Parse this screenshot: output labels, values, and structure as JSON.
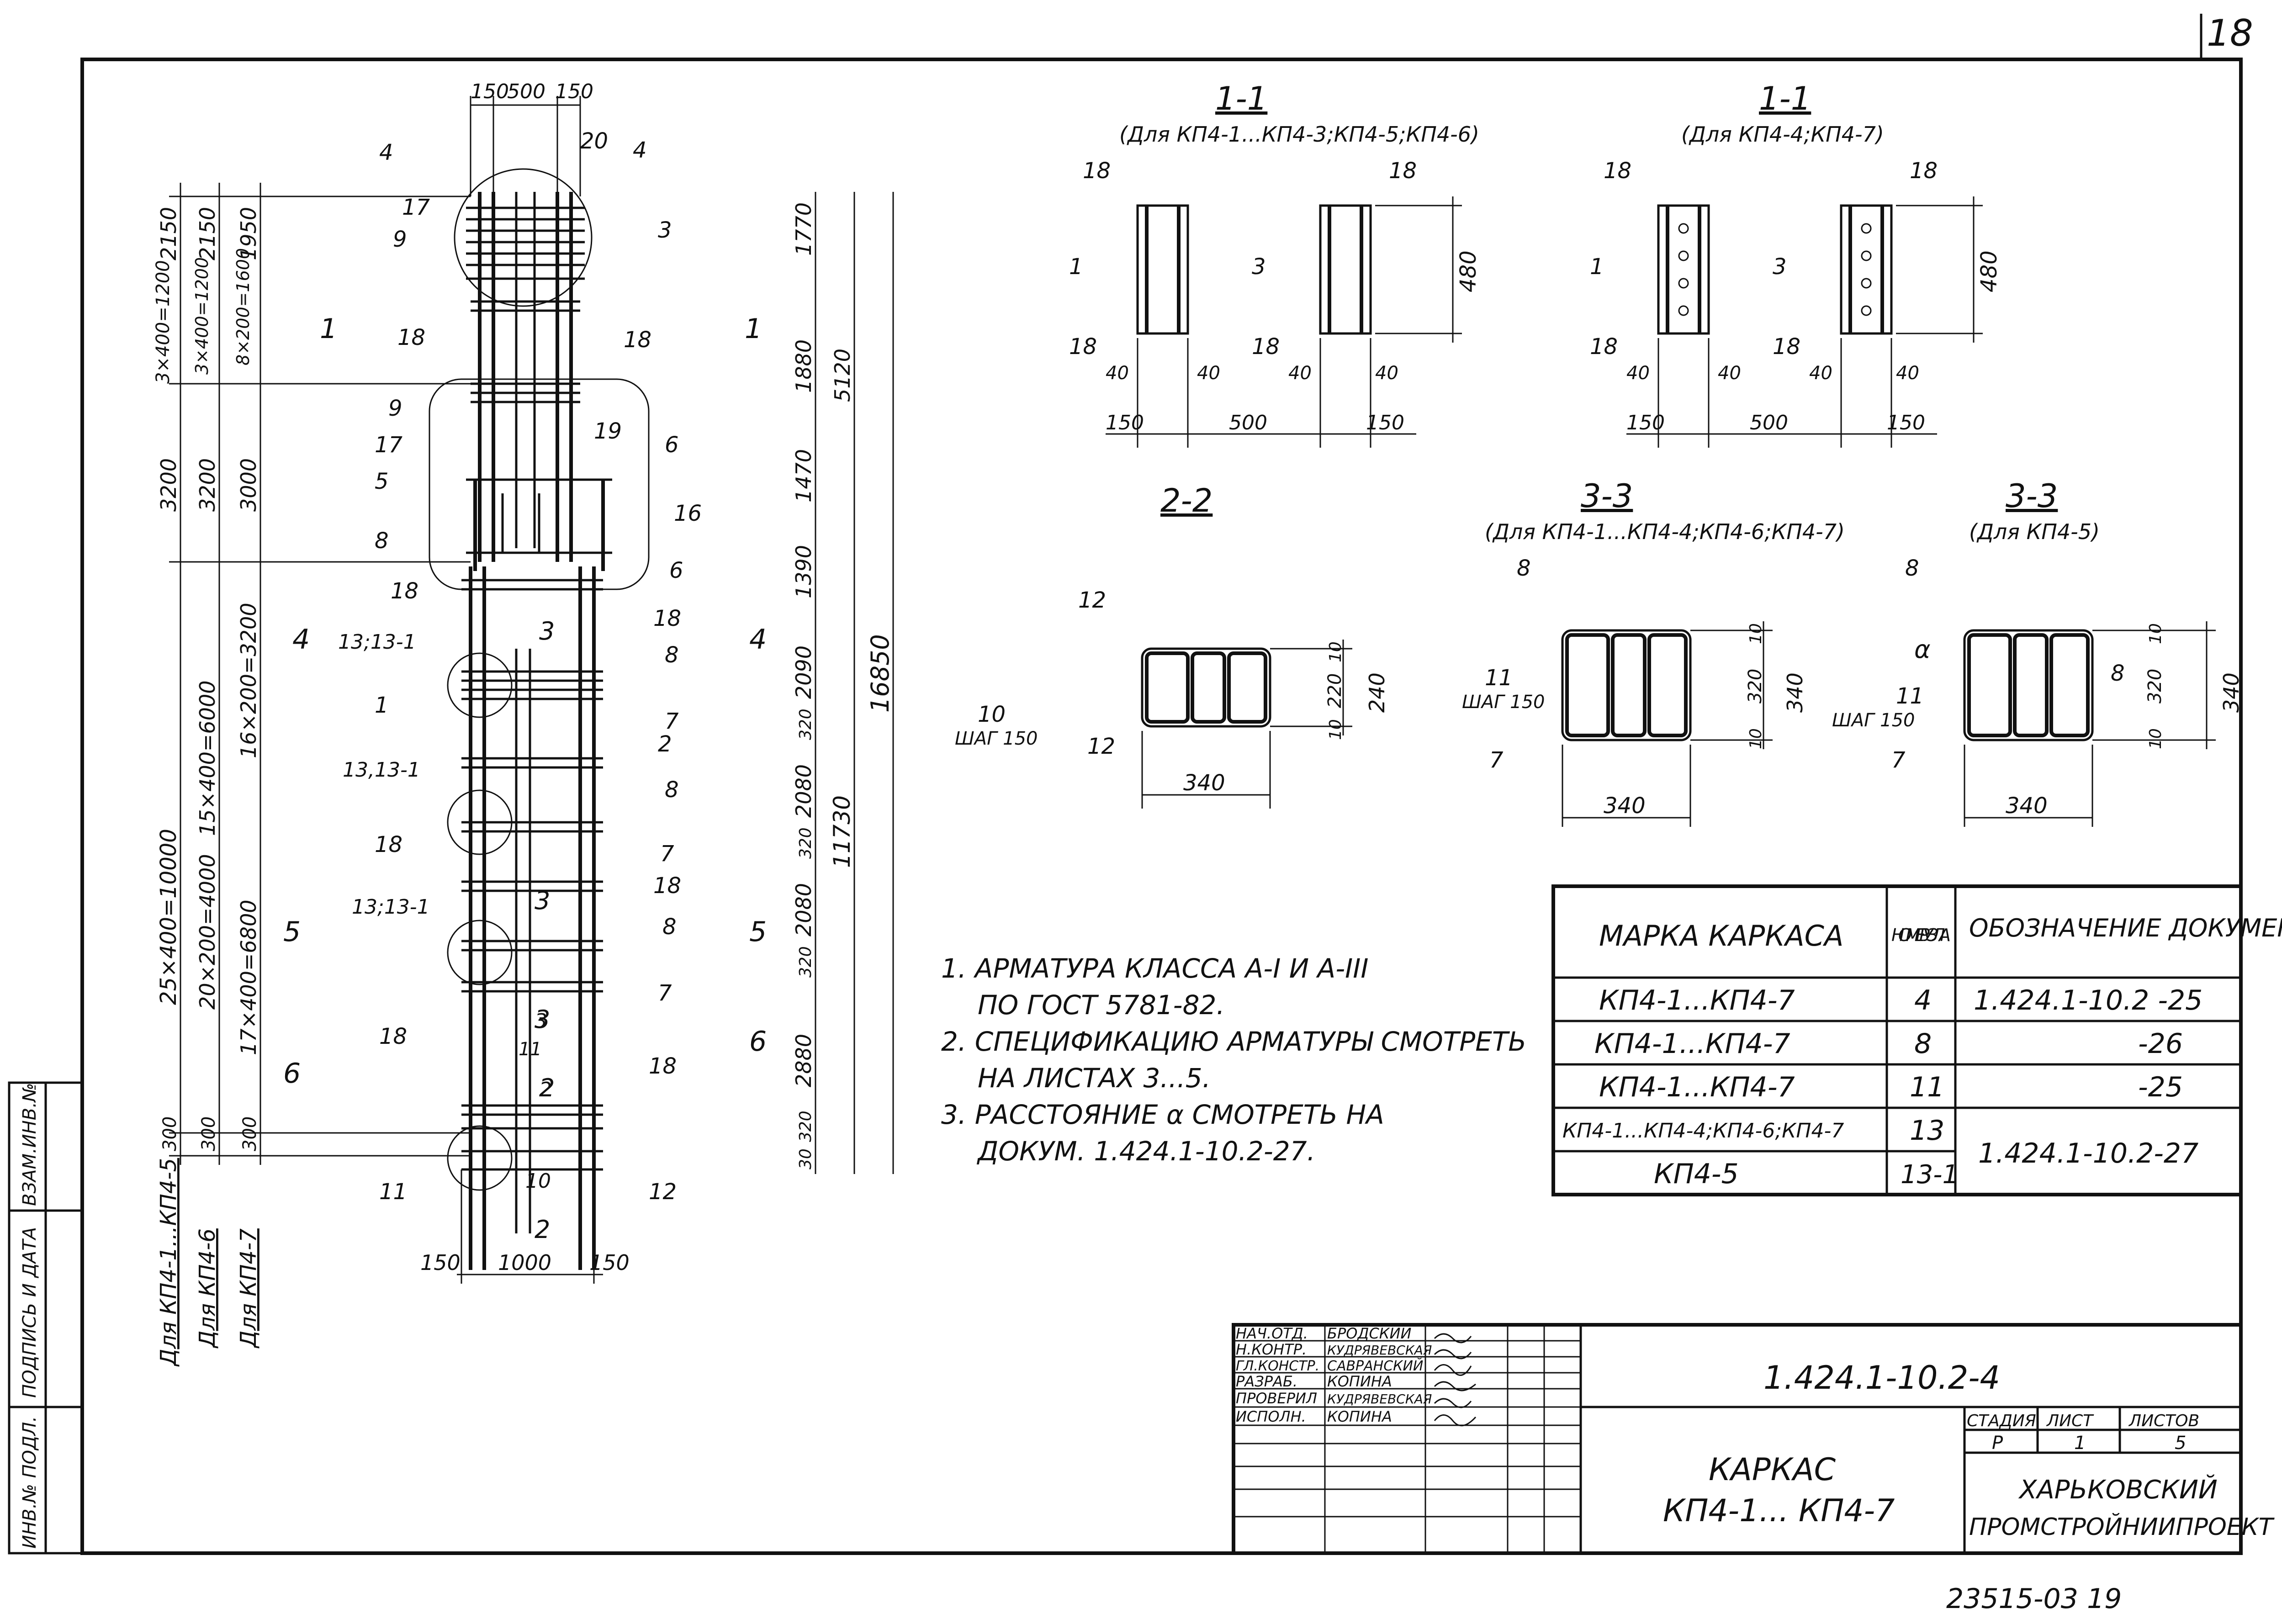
{
  "page": {
    "sheet_corner": "18",
    "archive_number": "23515-03 19"
  },
  "elevation": {
    "top_dims": [
      "150",
      "500",
      "150"
    ],
    "bottom_dims": [
      "150",
      "1000",
      "150"
    ],
    "left_dims_col1": [
      "2150",
      "3×400=1200",
      "3200",
      "25×400=10000",
      "300"
    ],
    "left_dims_col2": [
      "2150",
      "3×400=1200",
      "3200",
      "15×400=6000",
      "20×200=4000",
      "300"
    ],
    "left_dims_col3": [
      "1950",
      "8×200=1600",
      "3000",
      "16×200=3200",
      "17×400=6800",
      "300"
    ],
    "right_dims_a": [
      "1770",
      "1880",
      "1470",
      "1390",
      "2090",
      "320",
      "2080",
      "320",
      "2080",
      "320",
      "2880",
      "320",
      "30"
    ],
    "right_dims_b": [
      "5120",
      "11730"
    ],
    "right_dims_total": "16850",
    "applies_to": [
      "Для КП4-1...КП4-5",
      "Для КП4-6",
      "Для КП4-7"
    ],
    "markers_left": [
      "4",
      "20",
      "4",
      "17",
      "9",
      "3",
      "18",
      "18",
      "9",
      "17",
      "19",
      "5",
      "6",
      "8",
      "16",
      "6",
      "18",
      "18",
      "13;13-1",
      "1",
      "8",
      "7",
      "2",
      "13,13-1",
      "8",
      "18",
      "7",
      "18",
      "13;13-1",
      "8",
      "7",
      "18",
      "18",
      "2",
      "10",
      "11",
      "12",
      "3",
      "11"
    ],
    "section_marks": {
      "s1": "1",
      "s4": "4",
      "s5": "5",
      "s6": "6",
      "s3": "3",
      "s2": "2"
    }
  },
  "sections": {
    "s11a": {
      "title": "1-1",
      "subtitle": "(Для КП4-1...КП4-3;КП4-5;КП4-6)",
      "labels": [
        "18",
        "18",
        "1",
        "3",
        "18",
        "18",
        "40",
        "40",
        "40",
        "40",
        "150",
        "500",
        "150",
        "480"
      ]
    },
    "s11b": {
      "title": "1-1",
      "subtitle": "(Для КП4-4;КП4-7)",
      "labels": [
        "18",
        "18",
        "1",
        "3",
        "18",
        "18",
        "40",
        "40",
        "40",
        "40",
        "150",
        "500",
        "150",
        "480"
      ]
    },
    "s22": {
      "title": "2-2",
      "labels": [
        "12",
        "10",
        "ШАГ 150",
        "12",
        "10",
        "220",
        "10",
        "240",
        "340"
      ]
    },
    "s33a": {
      "title": "3-3",
      "subtitle": "(Для КП4-1...КП4-4;КП4-6;КП4-7)",
      "labels": [
        "8",
        "11",
        "ШАГ 150",
        "7",
        "10",
        "320",
        "10",
        "340",
        "340"
      ]
    },
    "s33b": {
      "title": "3-3",
      "subtitle": "(Для КП4-5)",
      "labels": [
        "8",
        "α",
        "11",
        "ШАГ 150",
        "7",
        "8",
        "10",
        "320",
        "10",
        "340",
        "340"
      ]
    }
  },
  "notes": [
    "1. АРМАТУРА КЛАССА А-I И А-III",
    "ПО ГОСТ 5781-82.",
    "2. СПЕЦИФИКАЦИЮ АРМАТУРЫ СМОТРЕТЬ",
    "НА ЛИСТАХ 3...5.",
    "3. РАССТОЯНИЕ α СМОТРЕТЬ НА",
    "ДОКУМ. 1.424.1-10.2-27."
  ],
  "table": {
    "headers": [
      "МАРКА КАРКАСА",
      "НОМЕР УЗЛА",
      "ОБОЗНАЧЕНИЕ ДОКУМЕНТА"
    ],
    "rows": [
      [
        "КП4-1...КП4-7",
        "4",
        "1.424.1-10.2 -25"
      ],
      [
        "КП4-1...КП4-7",
        "8",
        "-26"
      ],
      [
        "КП4-1...КП4-7",
        "11",
        "-25"
      ],
      [
        "КП4-1...КП4-4;КП4-6;КП4-7",
        "13",
        "1.424.1-10.2-27"
      ],
      [
        "КП4-5",
        "13-1",
        ""
      ]
    ]
  },
  "title_block": {
    "doc_code": "1.424.1-10.2-4",
    "staff": [
      {
        "role": "НАЧ.ОТД.",
        "name": "БРОДСКИЙ"
      },
      {
        "role": "Н.КОНТР.",
        "name": "КУДРЯВЕВСКАЯ"
      },
      {
        "role": "ГЛ.КОНСТР.",
        "name": "САВРАНСКИЙ"
      },
      {
        "role": "РАЗРАБ.",
        "name": "КОПИНА"
      },
      {
        "role": "ПРОВЕРИЛ",
        "name": "КУДРЯВЕВСКАЯ"
      },
      {
        "role": "ИСПОЛН.",
        "name": "КОПИНА"
      }
    ],
    "drawing_title_1": "КАРКАС",
    "drawing_title_2": "КП4-1... КП4-7",
    "stage_header": "СТАДИЯ",
    "sheet_header": "ЛИСТ",
    "sheets_header": "ЛИСТОВ",
    "stage": "Р",
    "sheet": "1",
    "sheets": "5",
    "org_1": "ХАРЬКОВСКИЙ",
    "org_2": "ПРОМСТРОЙНИИПРОЕКТ"
  },
  "side_stamp": [
    "ИНВ.№ ПОДЛ.",
    "ПОДПИСЬ И ДАТА",
    "ВЗАМ.ИНВ.№"
  ]
}
